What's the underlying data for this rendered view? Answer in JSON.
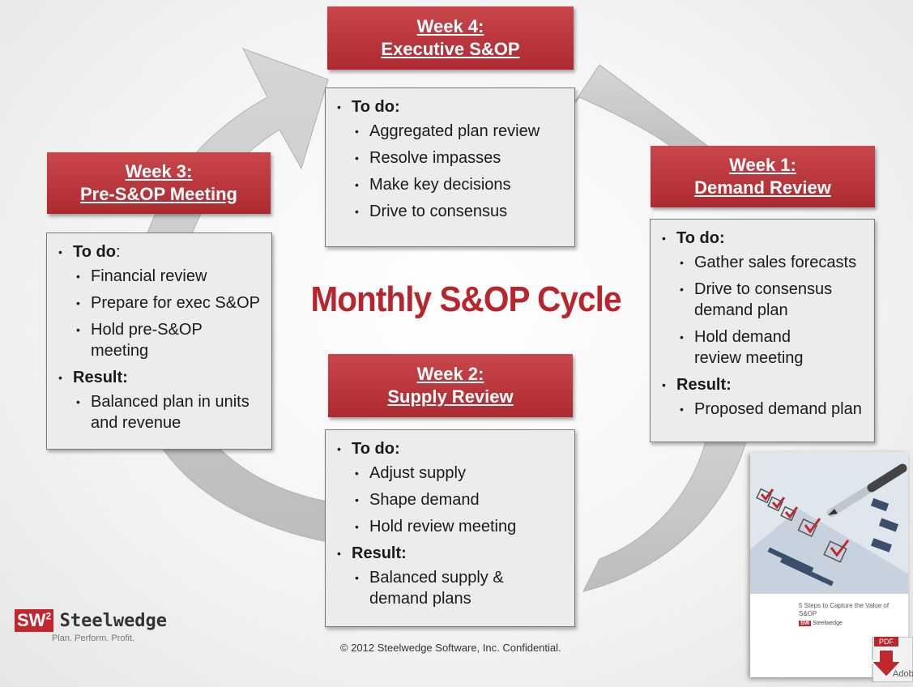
{
  "colors": {
    "accent_red": "#b8252c",
    "header_red": "#c0393e",
    "box_bg": "#ececec",
    "arrow_gray": "#c9c9c9"
  },
  "title": "Monthly S&OP Cycle",
  "weeks": {
    "week4": {
      "header_line1": "Week 4:",
      "header_line2": "Executive S&OP",
      "todo_label": "To do:",
      "todo": [
        "Aggregated plan review",
        "Resolve impasses",
        "Make key decisions",
        "Drive to consensus"
      ]
    },
    "week3": {
      "header_line1": "Week 3:",
      "header_line2": "Pre-S&OP Meeting",
      "todo_label": "To do",
      "todo_suffix": ":",
      "todo": [
        "Financial review",
        "Prepare for exec S&OP",
        "Hold pre-S&OP meeting"
      ],
      "result_label": "Result:",
      "result": [
        "Balanced plan in units and revenue"
      ]
    },
    "week1": {
      "header_line1": "Week 1:",
      "header_line2": "Demand Review",
      "todo_label": "To do:",
      "todo": [
        "Gather sales forecasts",
        "Drive to consensus demand plan",
        "Hold demand review meeting"
      ],
      "result_label": "Result:",
      "result": [
        "Proposed demand plan"
      ]
    },
    "week2": {
      "header_line1": "Week 2:",
      "header_line2": "Supply Review",
      "todo_label": "To do:",
      "todo": [
        "Adjust supply",
        "Shape demand",
        "Hold review meeting"
      ],
      "result_label": "Result:",
      "result": [
        "Balanced supply & demand plans"
      ]
    }
  },
  "logo": {
    "badge": "SW",
    "badge_sup": "2",
    "name": "Steelwedge",
    "tagline": "Plan. Perform. Profit."
  },
  "copyright": "© 2012 Steelwedge Software, Inc. Confidential.",
  "ebook": {
    "title": "5 Steps to Capture the Value of S&OP",
    "brand_badge": "SW",
    "brand_name": "Steelwedge",
    "pdf_label": "PDF",
    "adobe_label": "Adob"
  },
  "icons": [
    "cycle-arrow-icon",
    "pdf-download-icon"
  ]
}
